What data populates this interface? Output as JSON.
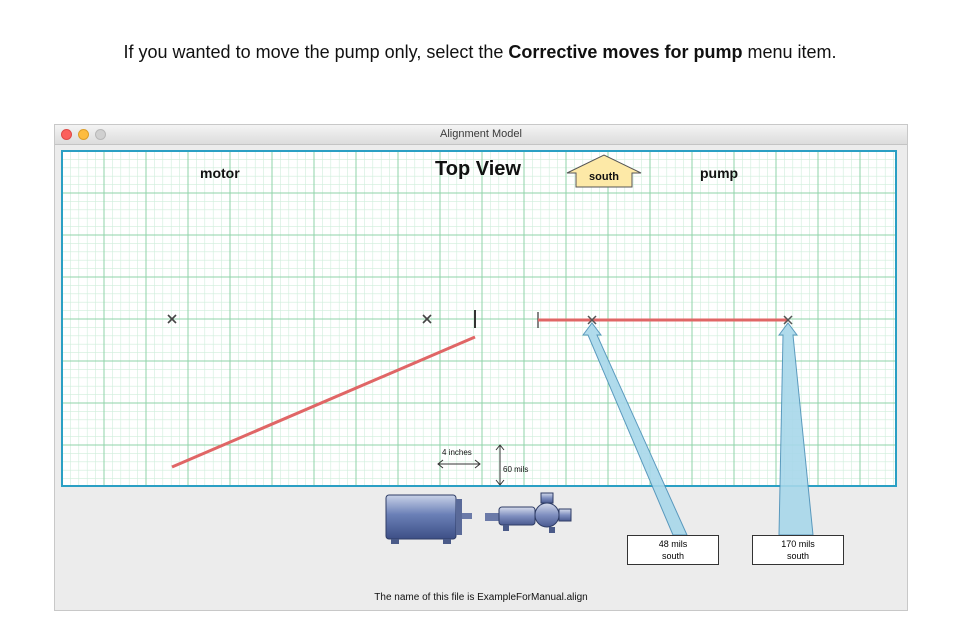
{
  "instruction": {
    "prefix": "If you wanted to move the pump only, select the ",
    "emphasis": "Corrective moves for pump",
    "suffix": " menu item."
  },
  "window": {
    "title": "Alignment Model"
  },
  "canvas": {
    "motor_label": "motor",
    "pump_label": "pump",
    "view_title": "Top View",
    "direction_label": "south",
    "horizontal_scale": "4 inches",
    "vertical_scale": "60 mils",
    "callouts": [
      {
        "line1": "48 mils",
        "line2": "south"
      },
      {
        "line1": "170 mils",
        "line2": "south"
      }
    ],
    "file_name": "The name of this file is ExampleForManual.align"
  },
  "colors": {
    "grid_major": "#8fd3a8",
    "grid_minor": "#cfeedb",
    "grid_border": "#2a9fc4",
    "shaft_line": "#e06666",
    "callout_fill": "#a8d8ea",
    "arrow_fill": "#fde9a7"
  }
}
